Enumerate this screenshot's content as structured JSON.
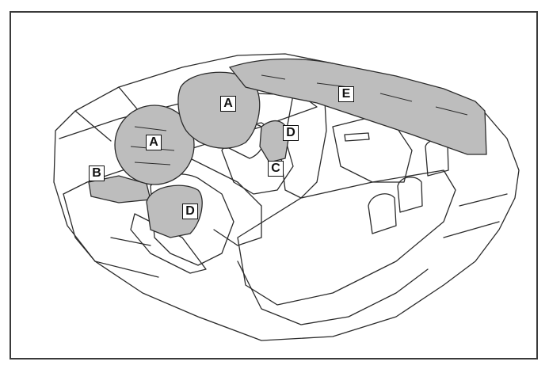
{
  "callouts": {
    "a_driver": "A",
    "a_passenger": "A",
    "b": "B",
    "c": "C",
    "d_passenger": "D",
    "d_driver": "D",
    "e": "E"
  },
  "colors": {
    "airbag_fill": "#bdbdbd",
    "line": "#2b2b2b",
    "frame": "#3a3a3a",
    "background": "#ffffff"
  }
}
